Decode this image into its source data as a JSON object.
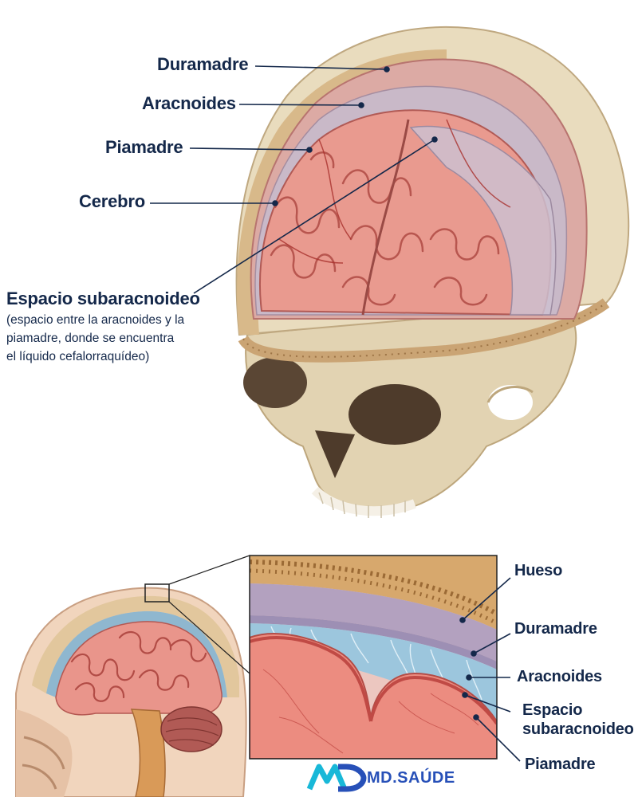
{
  "top_labels": {
    "duramadre": "Duramadre",
    "aracnoides": "Aracnoides",
    "piamadre": "Piamadre",
    "cerebro": "Cerebro",
    "espacio_title": "Espacio subaracnoideo",
    "espacio_desc": "(espacio entre la aracnoides y la\npiamadre, donde se encuentra\nel líquido cefalorraquídeo)"
  },
  "detail_labels": {
    "hueso": "Hueso",
    "duramadre": "Duramadre",
    "aracnoides": "Aracnoides",
    "espacio_line1": "Espacio",
    "espacio_line2": "subaracnoideo",
    "piamadre": "Piamadre"
  },
  "brand": {
    "logo_text": "MD.SAÚDE",
    "primary_color": "#2750b8",
    "accent_color": "#18b8d8"
  },
  "colors": {
    "label_text": "#14284a",
    "bone": "#e8dcc0",
    "dura": "#d9a9a6",
    "arachnoid": "#b9b2c8",
    "csf": "#9fc6dc",
    "brain": "#e9968c"
  }
}
